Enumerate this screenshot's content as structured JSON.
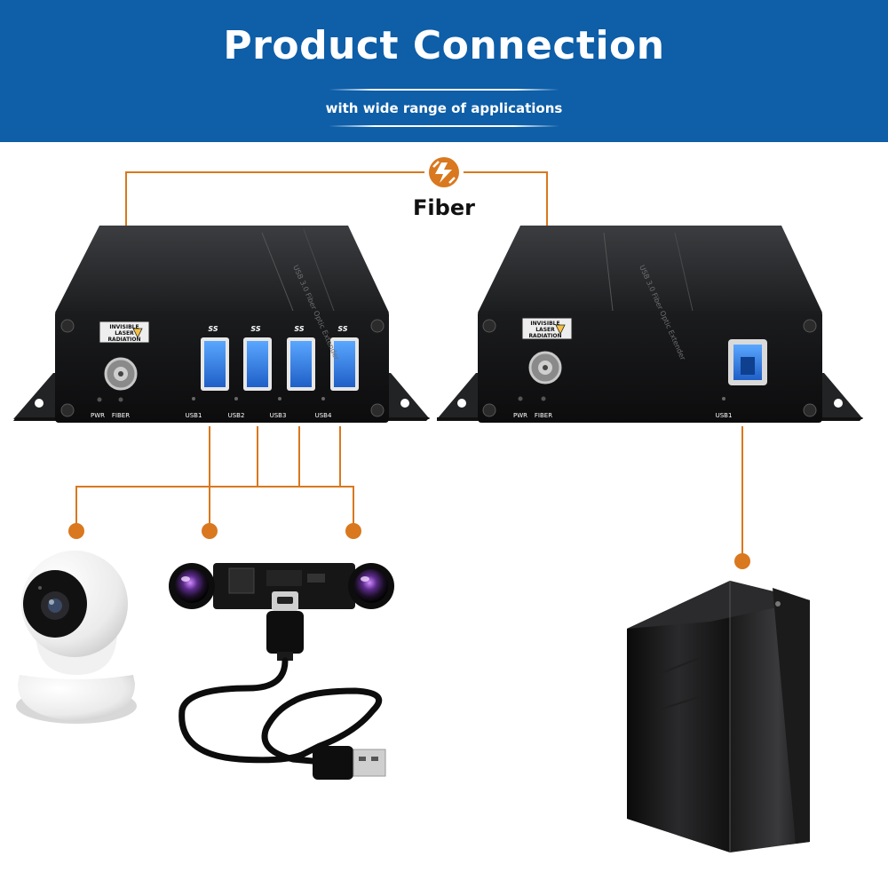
{
  "header": {
    "title": "Product Connection",
    "subtitle": "with wide range of applications",
    "background_color": "#0e5ea8"
  },
  "link": {
    "label": "Fiber",
    "icon": "fiber-link-icon",
    "line_color": "#d9781e"
  },
  "transmitter": {
    "warning_label": [
      "INVISIBLE",
      "LASER",
      "RADIATION"
    ],
    "indicators": [
      "PWR",
      "FIBER"
    ],
    "usb_ports": [
      "USB1",
      "USB2",
      "USB3",
      "USB4"
    ],
    "port_logo": "SS",
    "side_text": "USB 3.0 Fiber Optic Extender"
  },
  "receiver": {
    "warning_label": [
      "INVISIBLE",
      "LASER",
      "RADIATION"
    ],
    "indicators": [
      "PWR",
      "FIBER"
    ],
    "usb_ports": [
      "USB1"
    ],
    "side_text": "USB 3.0 Fiber Optic Extender"
  },
  "devices": [
    {
      "icon": "ip-camera-icon"
    },
    {
      "icon": "stereo-camera-module-icon"
    },
    {
      "icon": "usb-cable-icon"
    },
    {
      "icon": "pc-tower-icon"
    }
  ]
}
